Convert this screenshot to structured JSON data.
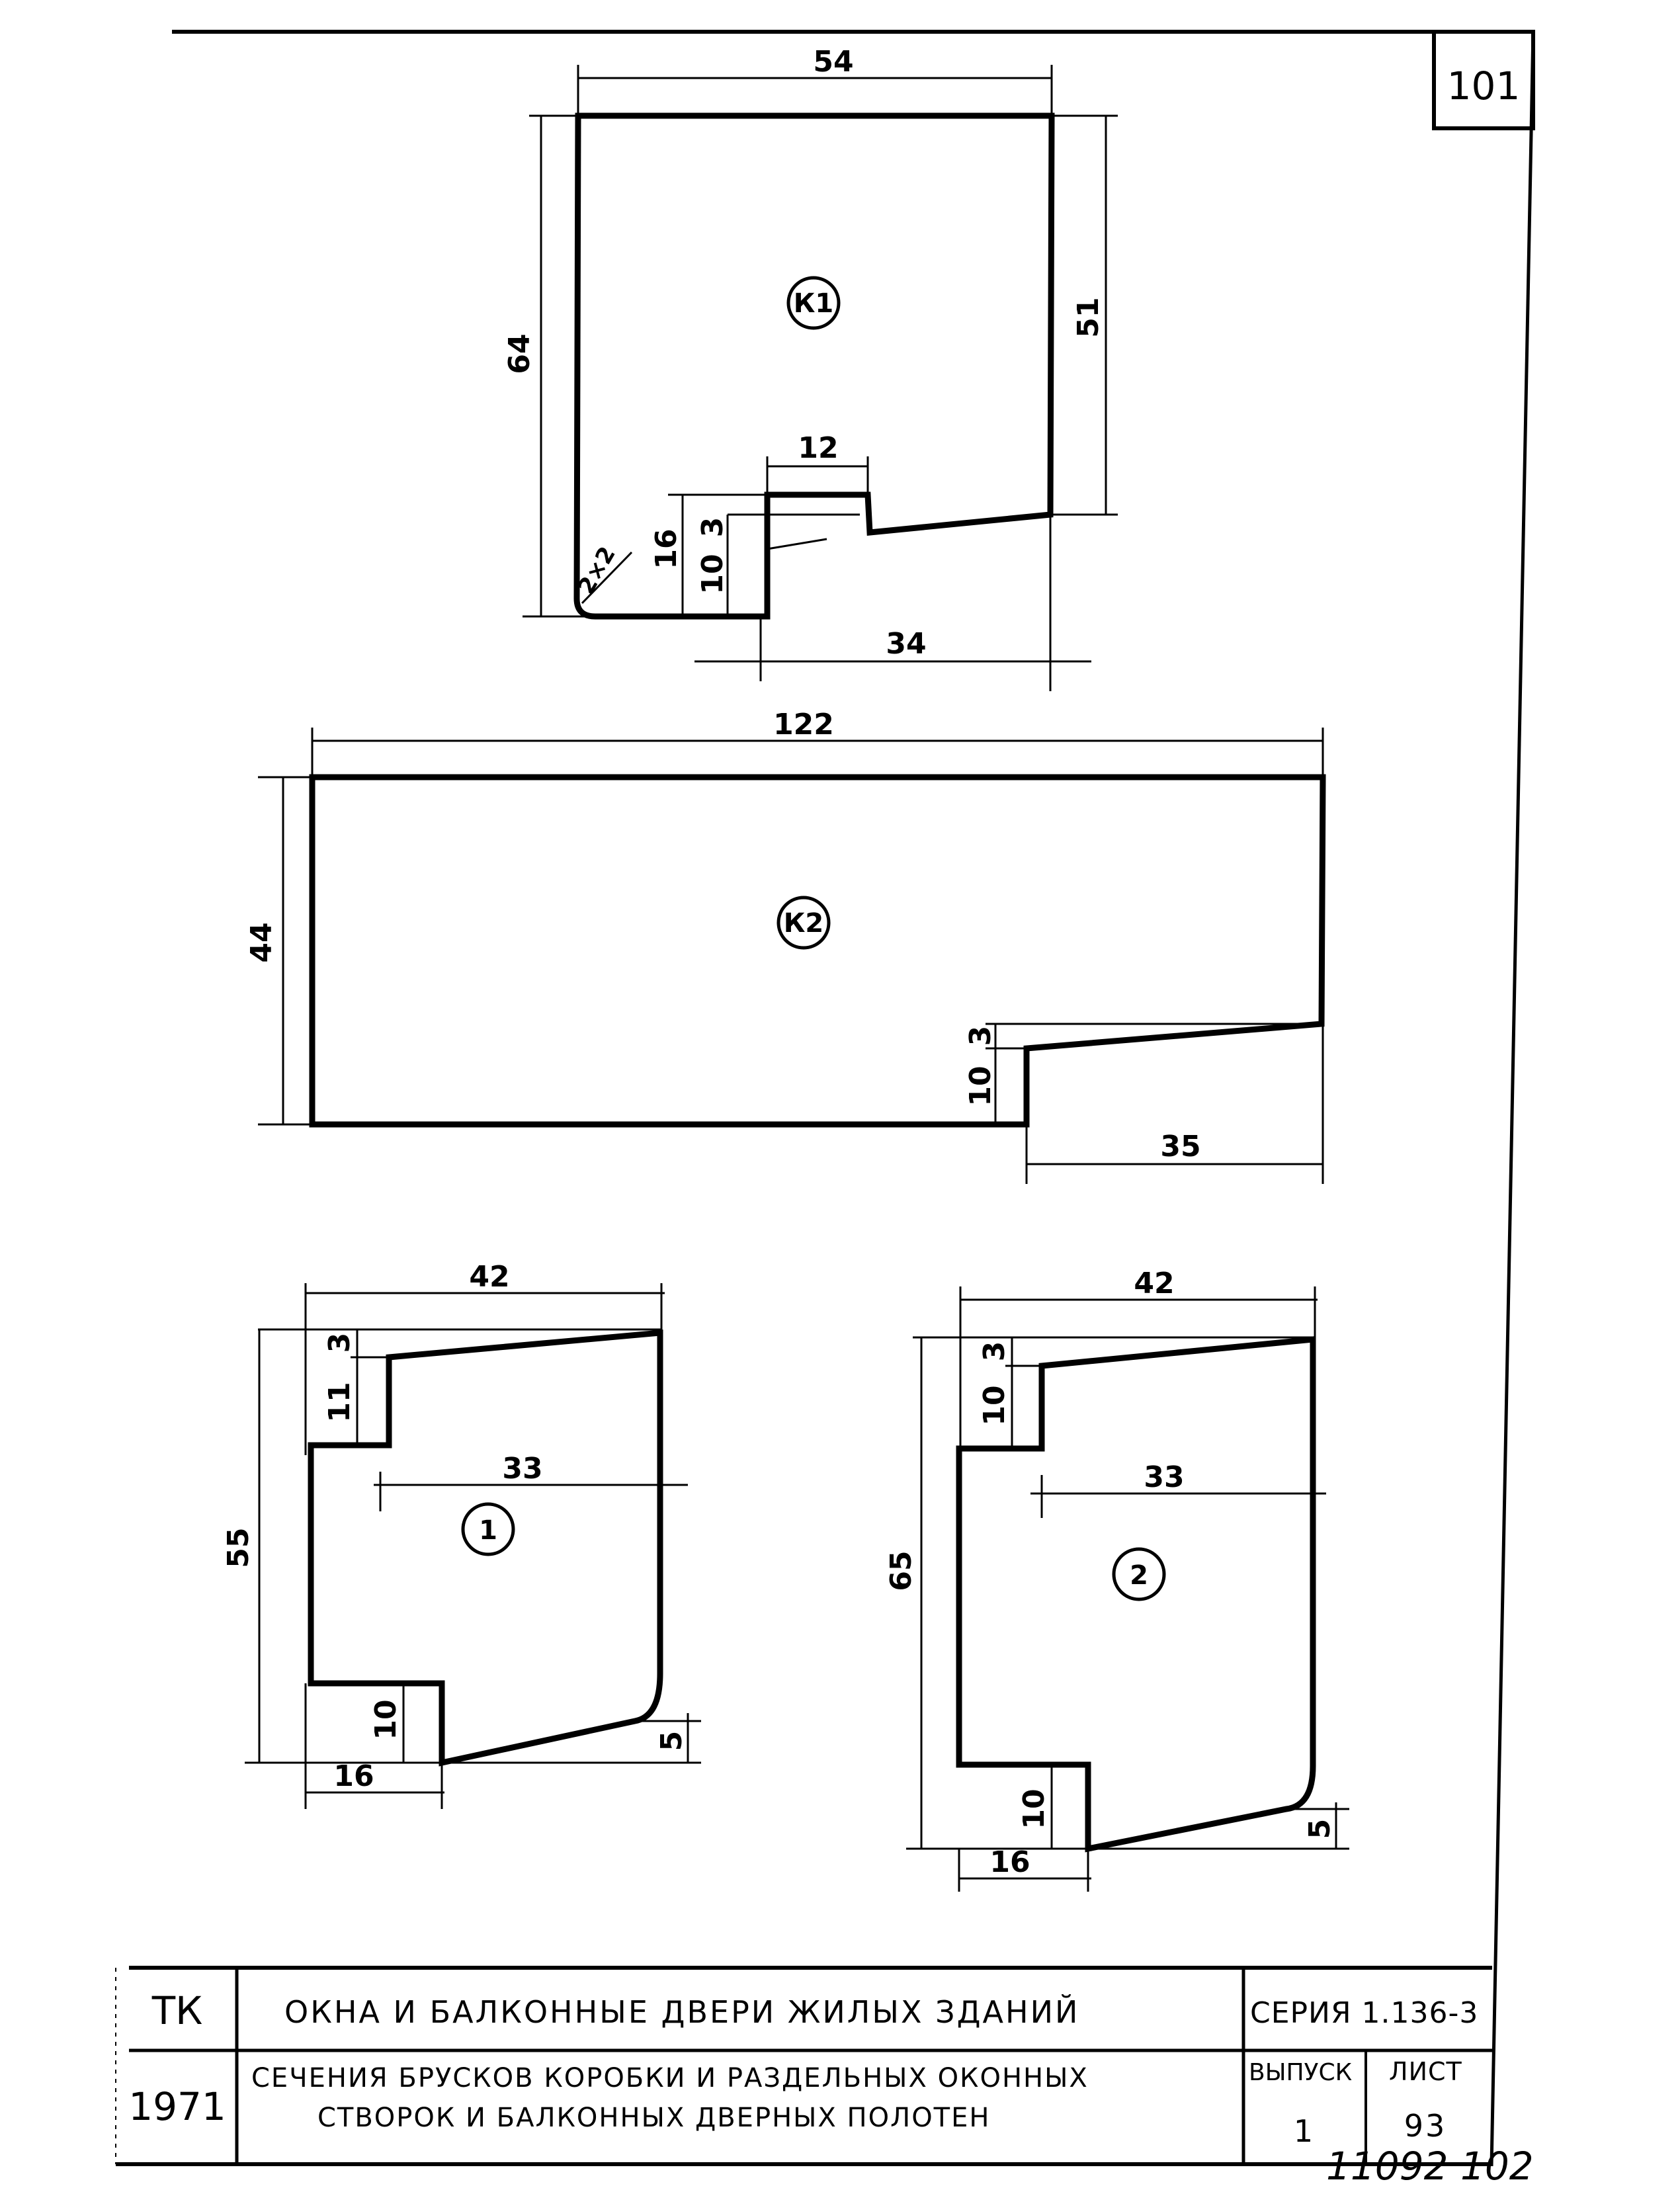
{
  "sheet": {
    "page_number": "101",
    "handwritten_number": "11092 102"
  },
  "sections": {
    "k1": {
      "label": "К1",
      "dims": {
        "width": "54",
        "height_left": "64",
        "height_right": "51",
        "step_width": "12",
        "total_lower": "16",
        "step_height": "3",
        "lower_height": "10",
        "bottom_width": "34",
        "fillet": "2×2"
      }
    },
    "k2": {
      "label": "К2",
      "dims": {
        "width": "122",
        "height": "44",
        "step_height": "3",
        "lower_height": "10",
        "bottom_width": "35"
      }
    },
    "s1": {
      "label": "1",
      "dims": {
        "width": "42",
        "height": "55",
        "top_step": "3",
        "rebate_height": "11",
        "inner_width": "33",
        "bottom_step_height": "10",
        "bottom_width": "16",
        "bottom_slope": "5"
      }
    },
    "s2": {
      "label": "2",
      "dims": {
        "width": "42",
        "height": "65",
        "top_step": "3",
        "rebate_height": "10",
        "inner_width": "33",
        "bottom_step_height": "10",
        "bottom_width": "16",
        "bottom_slope": "5"
      }
    }
  },
  "title_block": {
    "org": "ТК",
    "year": "1971",
    "title": "ОКНА И БАЛКОННЫЕ ДВЕРИ ЖИЛЫХ ЗДАНИЙ",
    "subtitle_line1": "СЕЧЕНИЯ БРУСКОВ КОРОБКИ И РАЗДЕЛЬНЫХ ОКОННЫХ",
    "subtitle_line2": "СТВОРОК И БАЛКОННЫХ ДВЕРНЫХ ПОЛОТЕН",
    "series": "СЕРИЯ 1.136-3",
    "issue_label": "ВЫПУСК",
    "issue_value": "1",
    "sheet_label": "ЛИСТ",
    "sheet_value": "93"
  }
}
